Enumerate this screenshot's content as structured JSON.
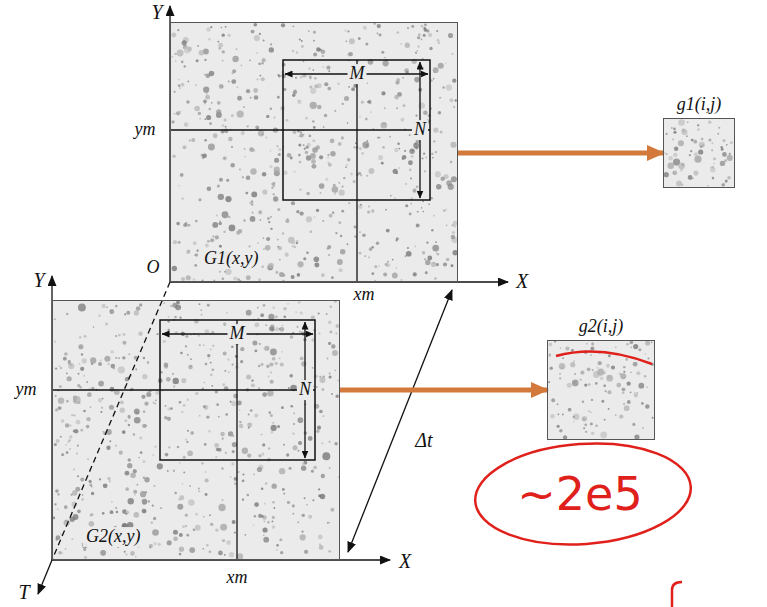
{
  "diagram": {
    "nodes": [
      {
        "text": [
          "G1(x,y)"
        ]
      },
      {
        "text": [
          "g1(i,j)"
        ]
      },
      {
        "text": [
          "G2(x,y)"
        ]
      },
      {
        "text": [
          "g2(i,j)"
        ]
      }
    ],
    "edges": [
      {
        "from": 0,
        "to": 1,
        "arrow": "to"
      },
      {
        "from": 2,
        "to": 3,
        "arrow": "to"
      }
    ],
    "labels": [
      "Y",
      "M",
      "N",
      "ym",
      "O",
      "xm",
      "X",
      "Y",
      "M",
      "N",
      "ym",
      "Δt",
      "xm",
      "X",
      "T",
      "~2e5"
    ]
  }
}
